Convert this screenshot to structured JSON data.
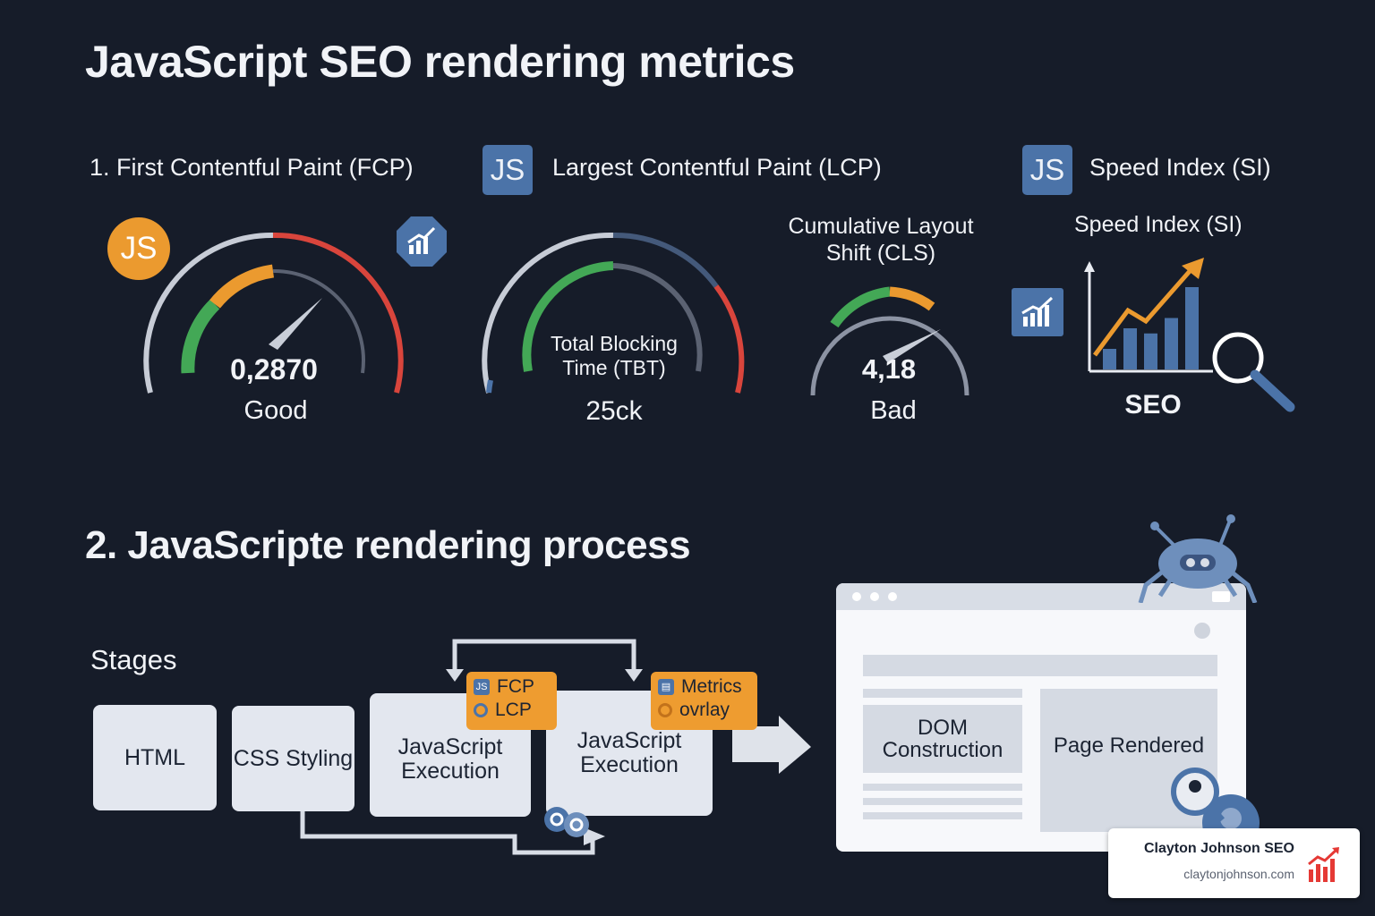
{
  "headings": {
    "metrics_title": "JavaScript SEO rendering metrics",
    "process_title": "2. JavaScripte rendering process",
    "stages_label": "Stages"
  },
  "metric_labels": {
    "fcp": "1. First Contentful Paint (FCP)",
    "lcp": "Largest Contentful Paint (LCP)",
    "si_top": "Speed Index (SI)",
    "cls": "Cumulative Layout Shift (CLS)",
    "si_sub": "Speed Index (SI)"
  },
  "badges": {
    "js": "JS"
  },
  "gauges": {
    "fcp": {
      "value": "0,2870",
      "status": "Good"
    },
    "tbt": {
      "label": "Total Blocking Time (TBT)",
      "value": "25ck"
    },
    "cls": {
      "value": "4,18",
      "status": "Bad"
    }
  },
  "seo_chart": {
    "label": "SEO",
    "bar_values": [
      2,
      4,
      3.5,
      5,
      8
    ]
  },
  "stages": {
    "html": "HTML",
    "css": "CSS Styling",
    "js1": "JavaScript Execution",
    "js2": "JavaScript Execution"
  },
  "tags": {
    "fcp": "FCP",
    "lcp": "LCP",
    "metrics": "Metrics",
    "overlay": "ovrlay"
  },
  "browser": {
    "dom": "DOM Construction",
    "rendered": "Page Rendered"
  },
  "brand": {
    "name": "Clayton Johnson SEO",
    "url": "claytonjohnson.com"
  },
  "colors": {
    "background": "#161c29",
    "green": "#43a856",
    "orange": "#eb9a2f",
    "red": "#d9453c",
    "blue": "#4b73a8"
  }
}
